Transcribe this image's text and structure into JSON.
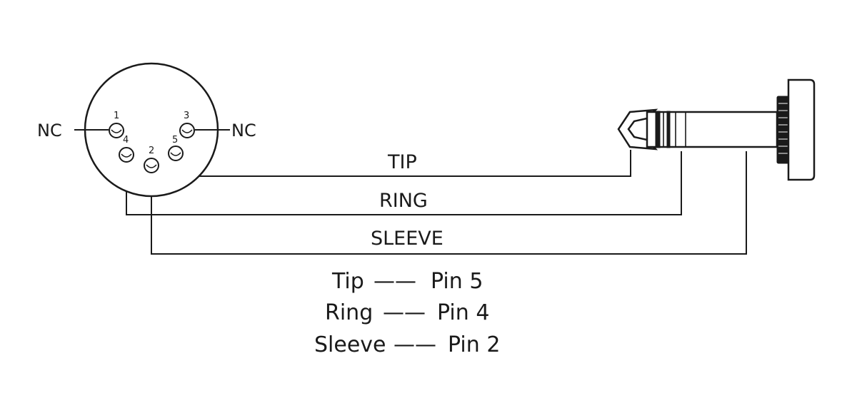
{
  "connector": {
    "pins": [
      {
        "number": "1",
        "connection": "NC"
      },
      {
        "number": "2",
        "connection": "SLEEVE"
      },
      {
        "number": "3",
        "connection": "NC"
      },
      {
        "number": "4",
        "connection": "RING"
      },
      {
        "number": "5",
        "connection": "TIP"
      }
    ],
    "nc_left": "NC",
    "nc_right": "NC"
  },
  "wires": {
    "tip": "TIP",
    "ring": "RING",
    "sleeve": "SLEEVE"
  },
  "mapping": [
    {
      "name": "Tip",
      "dash": "——",
      "pin": "Pin 5"
    },
    {
      "name": "Ring",
      "dash": "——",
      "pin": "Pin 4"
    },
    {
      "name": "Sleeve",
      "dash": "——",
      "pin": "Pin 2"
    }
  ]
}
